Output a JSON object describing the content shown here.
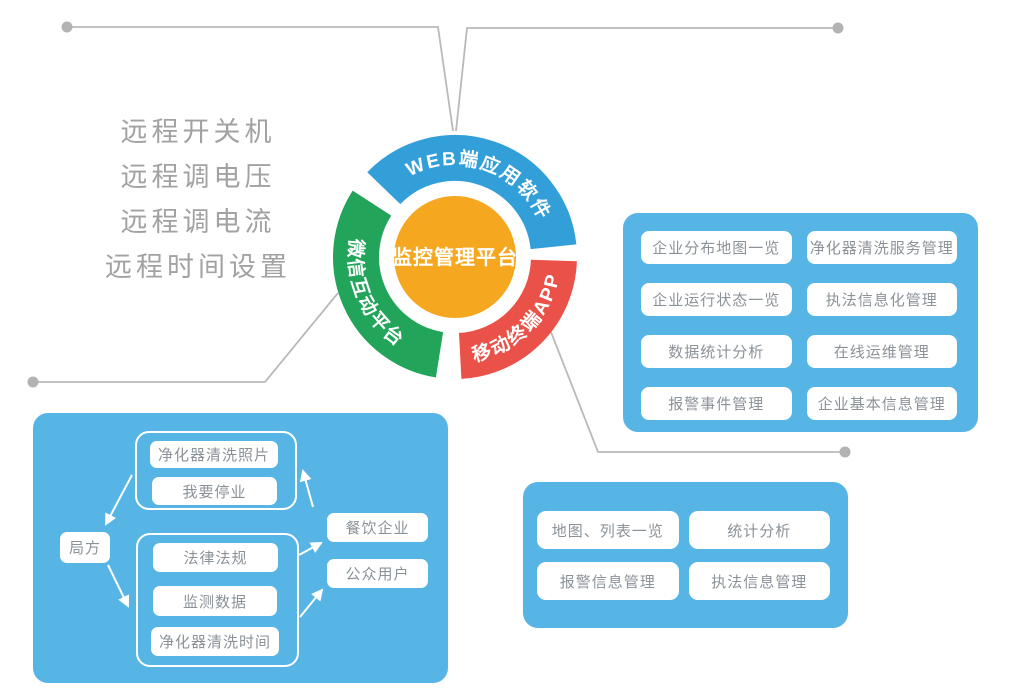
{
  "remote_functions": {
    "items": [
      "远程开关机",
      "远程调电压",
      "远程调电流",
      "远程时间设置"
    ]
  },
  "platform_ring": {
    "center_label": "监控管理平台",
    "center_color": "#f5a81f",
    "segments": [
      {
        "id": "web",
        "label": "WEB端应用软件",
        "color": "#339fd9"
      },
      {
        "id": "wechat",
        "label": "微信互动平台",
        "color": "#22a55b"
      },
      {
        "id": "app",
        "label": "移动终端APP",
        "color": "#ea5148"
      }
    ]
  },
  "web_panel": {
    "buttons": [
      "企业分布地图一览",
      "净化器清洗服务管理",
      "企业运行状态一览",
      "执法信息化管理",
      "数据统计分析",
      "在线运维管理",
      "报警事件管理",
      "企业基本信息管理"
    ]
  },
  "app_panel": {
    "buttons": [
      "地图、列表一览",
      "统计分析",
      "报警信息管理",
      "执法信息管理"
    ]
  },
  "wechat_flow": {
    "submit_group": [
      "净化器清洗照片",
      "我要停业"
    ],
    "bureau": "局方",
    "publish_group": [
      "法律法规",
      "监测数据",
      "净化器清洗时间"
    ],
    "receivers": [
      "餐饮企业",
      "公众用户"
    ]
  },
  "colors": {
    "panel_blue": "#56b5e5",
    "connector_gray": "#bababa",
    "dot_gray": "#b3b3b3",
    "pill_text": "#8b9298",
    "list_text": "#a2a2a2"
  }
}
